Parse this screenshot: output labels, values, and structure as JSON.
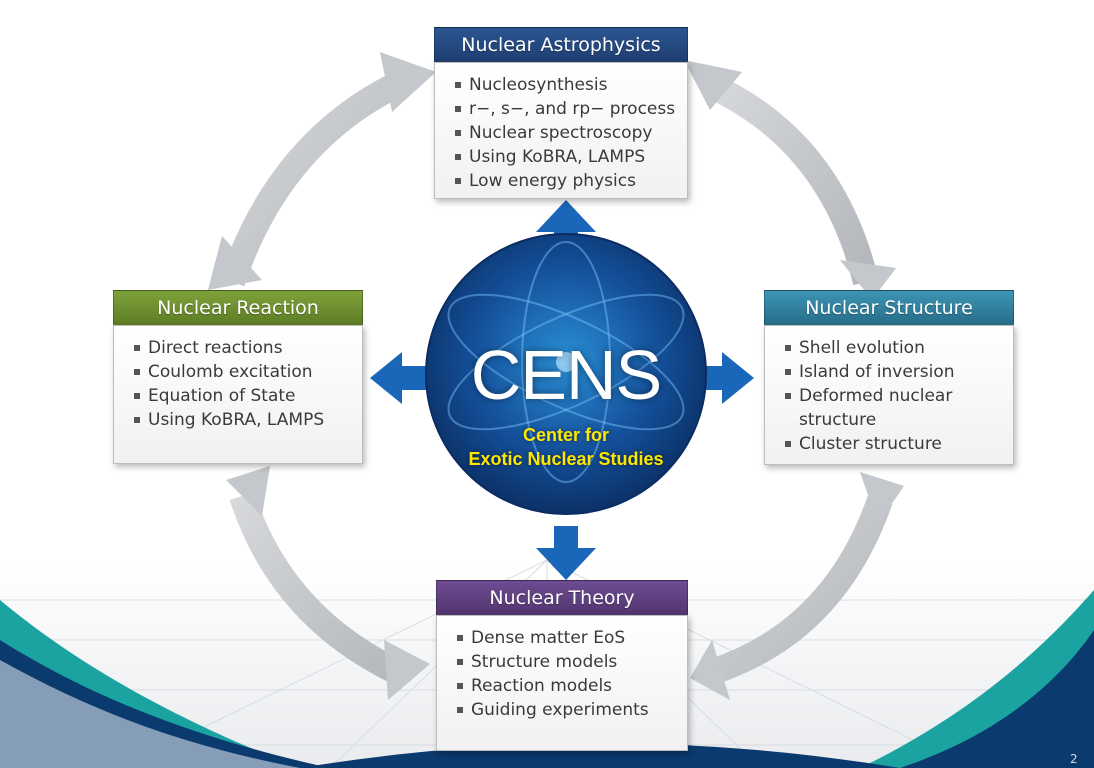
{
  "center": {
    "title": "CENS",
    "subtitle_line1": "Center for",
    "subtitle_line2": "Exotic Nuclear Studies"
  },
  "boxes": {
    "astrophysics": {
      "title": "Nuclear Astrophysics",
      "color": "#1f3f73",
      "items": [
        "Nucleosynthesis",
        "r−, s−, and rp− process",
        "Nuclear spectroscopy",
        "Using KoBRA, LAMPS",
        "Low energy physics"
      ]
    },
    "reaction": {
      "title": "Nuclear Reaction",
      "color": "#6b8c2e",
      "items": [
        "Direct reactions",
        "Coulomb excitation",
        "Equation of State",
        "Using KoBRA, LAMPS"
      ]
    },
    "structure": {
      "title": "Nuclear Structure",
      "color": "#2f7b97",
      "items": [
        "Shell evolution",
        "Island of inversion",
        "Deformed nuclear structure",
        "Cluster structure"
      ]
    },
    "theory": {
      "title": "Nuclear Theory",
      "color": "#5b3e7a",
      "items": [
        "Dense matter EoS",
        "Structure models",
        "Reaction models",
        "Guiding experiments"
      ]
    }
  },
  "colors": {
    "arrow_blue": "#1a66b8",
    "arrow_grey": "#c4c7cb",
    "circle_dark": "#0a2a5c",
    "circle_light": "#2a8fd6",
    "subtitle": "#ffe600",
    "wave_teal": "#1aa3a0",
    "wave_navy": "#0b3a6e"
  },
  "page_number": "2"
}
